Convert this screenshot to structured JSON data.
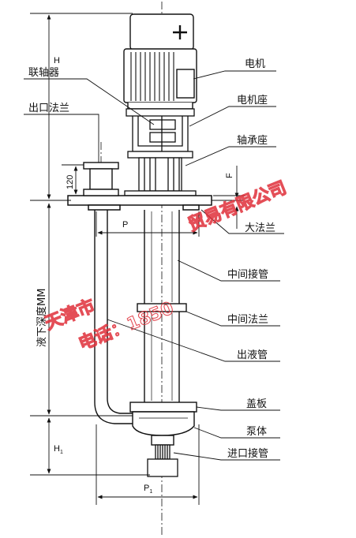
{
  "labels": {
    "motor": "电机",
    "coupling": "联轴器",
    "motor_seat": "电机座",
    "outlet_flange": "出口法兰",
    "bearing_seat": "轴承座",
    "big_flange": "大法兰",
    "mid_pipe": "中间接管",
    "mid_flange": "中间法兰",
    "outlet_pipe": "出液管",
    "cover_plate": "盖板",
    "pump_body": "泵体",
    "inlet_pipe": "进口接管",
    "submersion_depth": "液下深度MM"
  },
  "dimensions": {
    "h": "H",
    "d120": "120",
    "f": "F",
    "p": "P",
    "h1_main": "H",
    "h1_sub": "1",
    "p1_main": "P",
    "p1_sub": "1"
  },
  "watermark": {
    "line1": "天津市",
    "line2": "电话：1850",
    "line3": "贸易有限公司"
  },
  "colors": {
    "line": "#111111",
    "watermark": "#e0303a"
  }
}
